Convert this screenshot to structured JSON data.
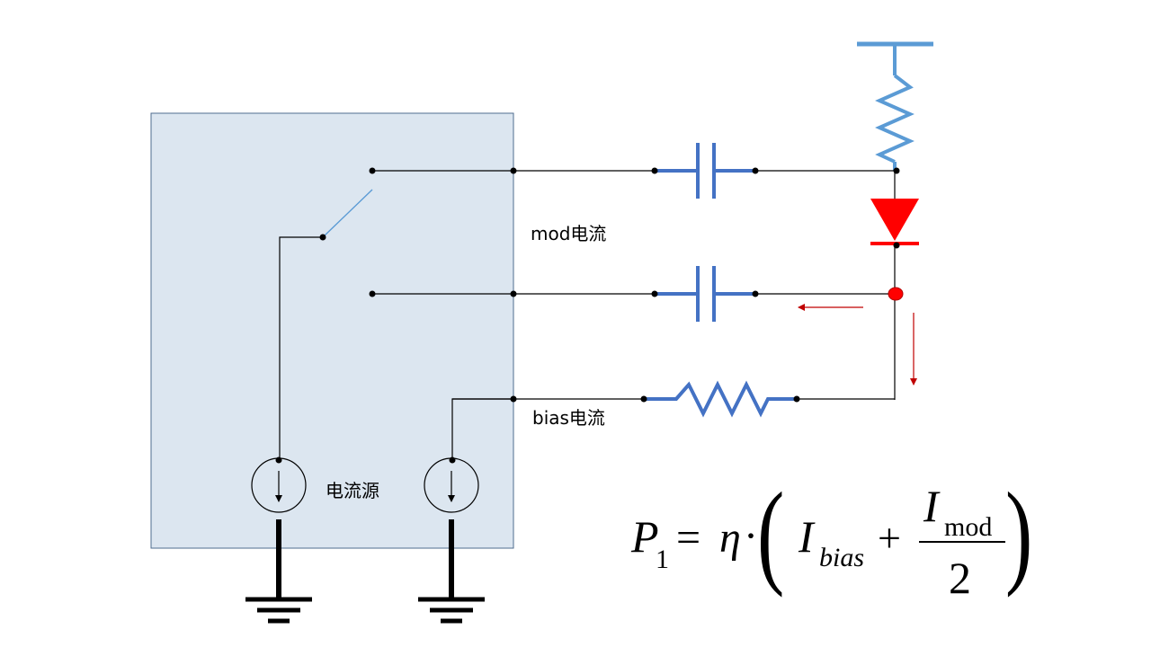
{
  "labels": {
    "mod_current": "mod电流",
    "bias_current": "bias电流",
    "current_source": "电流源"
  },
  "formula": {
    "lhs_symbol": "P",
    "lhs_subscript": "1",
    "equals": "=",
    "eta": "η",
    "dot": "·",
    "left_paren": "(",
    "i_bias_symbol": "I",
    "i_bias_subscript": "bias",
    "plus": "+",
    "i_mod_symbol": "I",
    "i_mod_subscript": "mod",
    "denominator": "2",
    "right_paren": ")"
  },
  "colors": {
    "wire": "#000000",
    "component_blue": "#4472C4",
    "light_blue": "#5B9BD5",
    "box_fill": "#DCE6F0",
    "box_stroke": "#4F6D8F",
    "diode_red": "#FF0000",
    "arrow_red": "#C00000",
    "node_red": "#FF0000"
  }
}
